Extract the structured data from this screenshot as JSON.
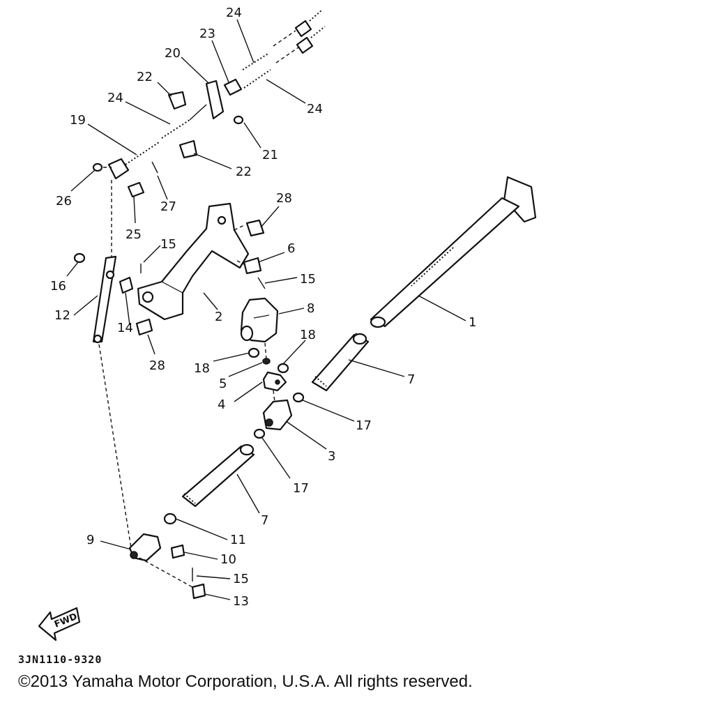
{
  "diagram": {
    "parts": [
      {
        "num": "1"
      },
      {
        "num": "2"
      },
      {
        "num": "3"
      },
      {
        "num": "4"
      },
      {
        "num": "5"
      },
      {
        "num": "6"
      },
      {
        "num": "7"
      },
      {
        "num": "7"
      },
      {
        "num": "8"
      },
      {
        "num": "9"
      },
      {
        "num": "10"
      },
      {
        "num": "11"
      },
      {
        "num": "12"
      },
      {
        "num": "13"
      },
      {
        "num": "14"
      },
      {
        "num": "15"
      },
      {
        "num": "15"
      },
      {
        "num": "15"
      },
      {
        "num": "16"
      },
      {
        "num": "17"
      },
      {
        "num": "17"
      },
      {
        "num": "18"
      },
      {
        "num": "18"
      },
      {
        "num": "19"
      },
      {
        "num": "20"
      },
      {
        "num": "21"
      },
      {
        "num": "22"
      },
      {
        "num": "22"
      },
      {
        "num": "23"
      },
      {
        "num": "24"
      },
      {
        "num": "24"
      },
      {
        "num": "24"
      },
      {
        "num": "25"
      },
      {
        "num": "26"
      },
      {
        "num": "27"
      },
      {
        "num": "28"
      },
      {
        "num": "28"
      }
    ],
    "fwd_label": "FWD",
    "ref_code": "3JN1110-9320",
    "copyright": "©2013 Yamaha Motor Corporation, U.S.A. All rights reserved."
  }
}
